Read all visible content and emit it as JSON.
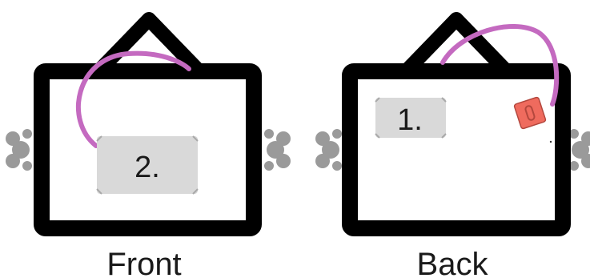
{
  "colors": {
    "frame": "#000000",
    "background": "#ffffff",
    "wire": "#c46ac0",
    "tag": "#d9d9d9",
    "tag_notch": "#a9a9a9",
    "clip": "#ef6b5e",
    "clip_outline": "#b3473d",
    "side_ornament": "#9a9a9a",
    "text": "#1a1a1a"
  },
  "panels": {
    "front": {
      "caption": "Front",
      "tag_number": "2."
    },
    "back": {
      "caption": "Back",
      "tag_number": "1."
    }
  },
  "icons": {
    "side_ornament": "scroll-flourish-icon",
    "clip": "paper-clip-icon"
  }
}
